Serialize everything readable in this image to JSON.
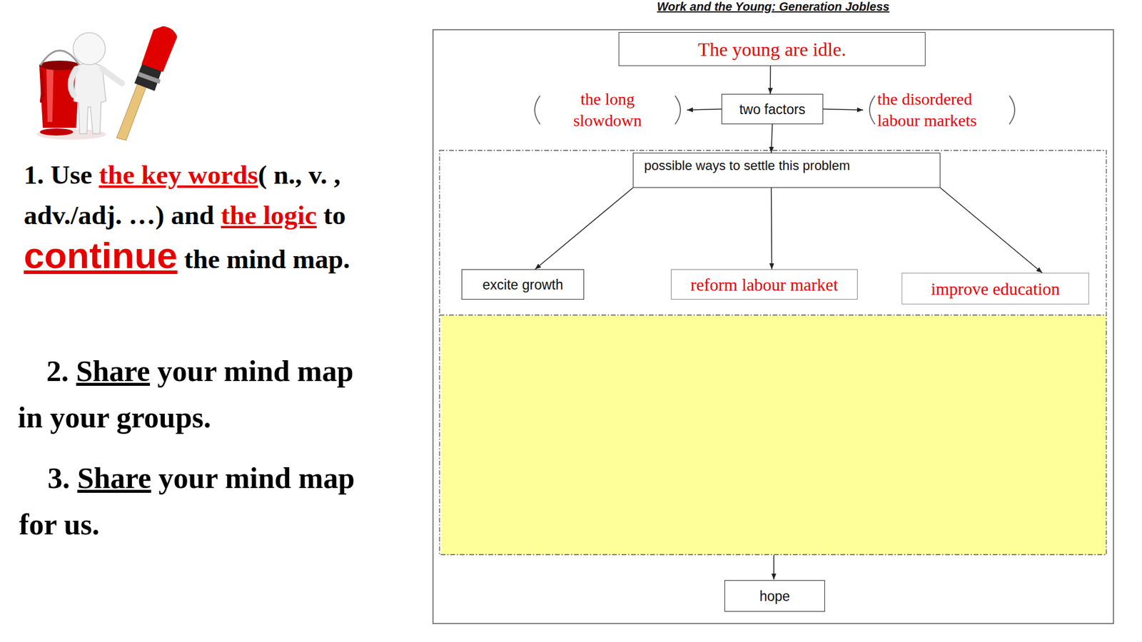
{
  "diagram": {
    "title": "Work and the Young: Generation Jobless",
    "nodes": [
      {
        "text": [
          "The young are idle."
        ]
      },
      {
        "text": [
          "two factors"
        ]
      },
      {
        "text": [
          "the long slowdown"
        ]
      },
      {
        "text": [
          "the disordered labour markets"
        ]
      },
      {
        "text": [
          "possible ways to settle this problem"
        ]
      },
      {
        "text": [
          "excite growth"
        ]
      },
      {
        "text": [
          "reform labour market"
        ]
      },
      {
        "text": [
          "improve education"
        ]
      },
      {
        "text": [
          "hope"
        ]
      }
    ],
    "edges": [
      {
        "from": 0,
        "to": 1,
        "arrow": "to"
      },
      {
        "from": 1,
        "to": 2,
        "arrow": "to"
      },
      {
        "from": 1,
        "to": 3,
        "arrow": "to"
      },
      {
        "from": 1,
        "to": 4,
        "arrow": "to"
      },
      {
        "from": 4,
        "to": 5,
        "arrow": "to"
      },
      {
        "from": 4,
        "to": 6,
        "arrow": "to"
      },
      {
        "from": 4,
        "to": 7,
        "arrow": "to"
      }
    ],
    "labels": [
      "1. Use the key words( n., v. , adv./adj. …) and the logic to continue the mind map.",
      "2. Share your mind map in your groups.",
      "3. Share your mind map for us."
    ]
  }
}
